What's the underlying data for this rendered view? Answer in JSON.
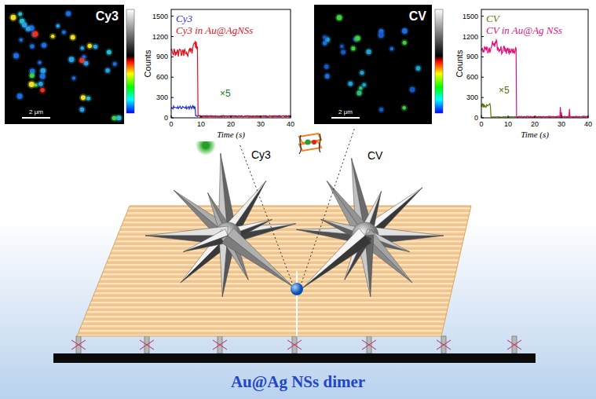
{
  "diagram": {
    "caption": "Au@Ag NSs dimer",
    "nodes": [
      {
        "text": [
          "Cy3",
          "2 μm"
        ]
      },
      {
        "text": [
          "Cy3",
          "Cy3 in Au@AgNSs",
          "×5",
          "Counts",
          "Time (s)",
          "0",
          "300",
          "600",
          "900",
          "1200",
          "1500",
          "0",
          "10",
          "20",
          "30",
          "40"
        ]
      },
      {
        "text": [
          "CV",
          "2 μm"
        ]
      },
      {
        "text": [
          "CV",
          "CV in Au@Ag NSs",
          "×5",
          "Counts",
          "Time (s)",
          "0",
          "300",
          "600",
          "900",
          "1200",
          "1500",
          "0",
          "10",
          "20",
          "30",
          "40"
        ]
      }
    ],
    "labels": [
      "Cy3",
      "CV"
    ]
  }
}
